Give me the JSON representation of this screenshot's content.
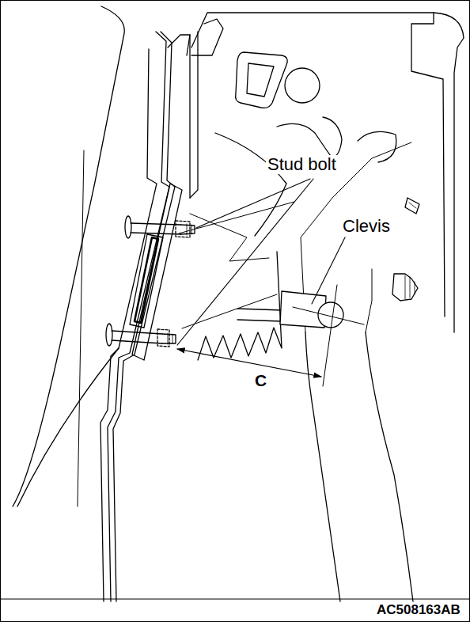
{
  "diagram": {
    "labels": [
      "Stud bolt",
      "Clevis",
      "C",
      "AC508163AB"
    ]
  }
}
